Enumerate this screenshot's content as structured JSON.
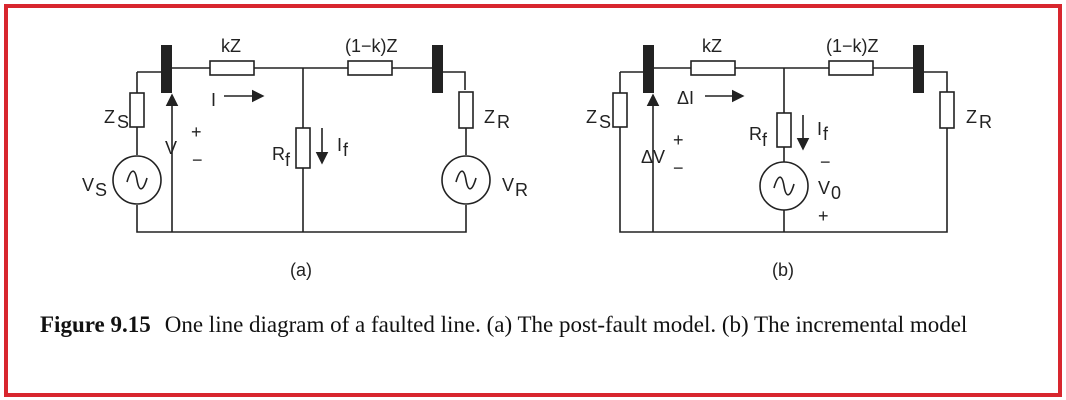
{
  "diagram_a": {
    "label_kz": "kZ",
    "label_1kz": "(1−k)Z",
    "label_current": "I",
    "label_zs": "Z",
    "label_zs_sub": "S",
    "label_voltage": "V",
    "label_plus": "+",
    "label_minus": "−",
    "label_rf": "R",
    "label_rf_sub": "f",
    "label_if": "I",
    "label_if_sub": "f",
    "label_zr": "Z",
    "label_zr_sub": "R",
    "label_vs": "V",
    "label_vs_sub": "S",
    "label_vr": "V",
    "label_vr_sub": "R",
    "caption": "(a)"
  },
  "diagram_b": {
    "label_kz": "kZ",
    "label_1kz": "(1−k)Z",
    "label_dcurrent": "ΔI",
    "label_zs": "Z",
    "label_zs_sub": "S",
    "label_dvoltage": "ΔV",
    "label_plus": "+",
    "label_minus": "−",
    "label_rf": "R",
    "label_rf_sub": "f",
    "label_if": "I",
    "label_if_sub": "f",
    "label_zr": "Z",
    "label_zr_sub": "R",
    "label_v0": "V",
    "label_v0_sub": "0",
    "label_v0_minus": "−",
    "label_v0_plus": "+",
    "caption": "(b)"
  },
  "figure_caption": {
    "label": "Figure 9.15",
    "text": "One line diagram of a faulted line. (a) The post-fault model. (b) The incremental model"
  },
  "colors": {
    "frame": "#d8262e",
    "ink": "#222222"
  }
}
